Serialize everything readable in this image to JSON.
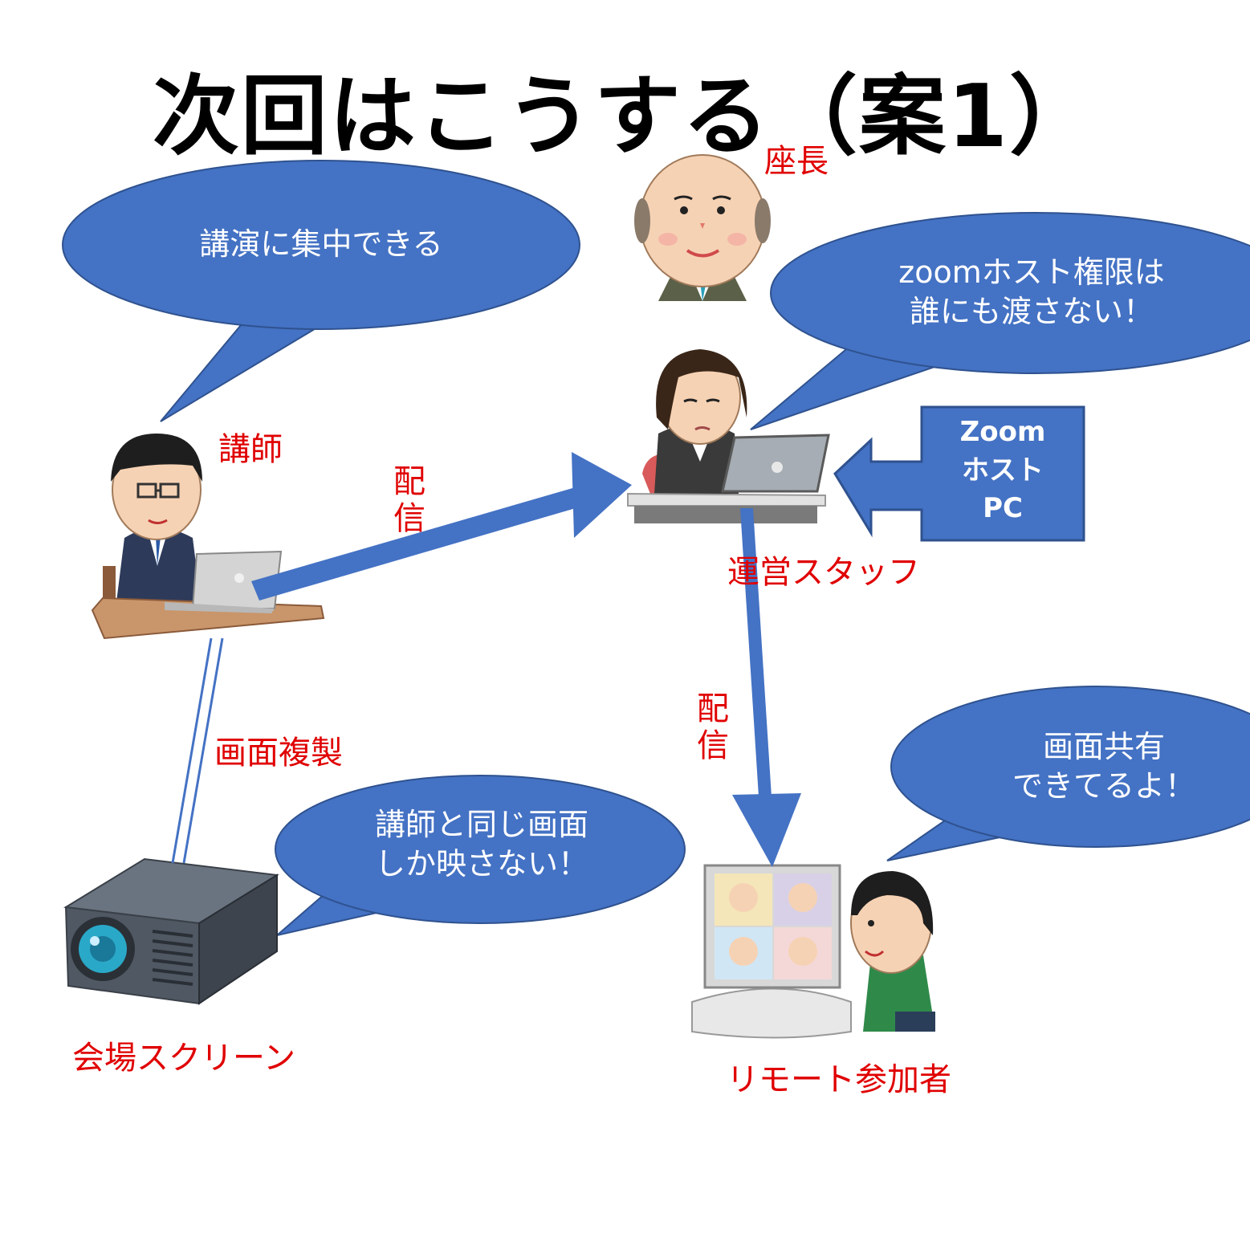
{
  "title": "次回はこうする（案1）",
  "roles": {
    "chair": "座長",
    "lecturer": "講師",
    "staff": "運営スタッフ",
    "venue_screen": "会場スクリーン",
    "remote": "リモート参加者"
  },
  "edges": {
    "stream_1": [
      "配",
      "信"
    ],
    "stream_2": [
      "配",
      "信"
    ],
    "mirror": "画面複製"
  },
  "bubbles": {
    "lecturer": [
      "講演に集中できる"
    ],
    "staff": [
      "zoomホスト権限は",
      "誰にも渡さない！"
    ],
    "screen": [
      "講師と同じ画面",
      "しか映さない！"
    ],
    "remote": [
      "画面共有",
      "できてるよ！"
    ]
  },
  "host_box": [
    "Zoom",
    "ホスト",
    "PC"
  ],
  "colors": {
    "bubble": "#4472c4",
    "label": "#e00000",
    "arrow": "#4472c4"
  }
}
